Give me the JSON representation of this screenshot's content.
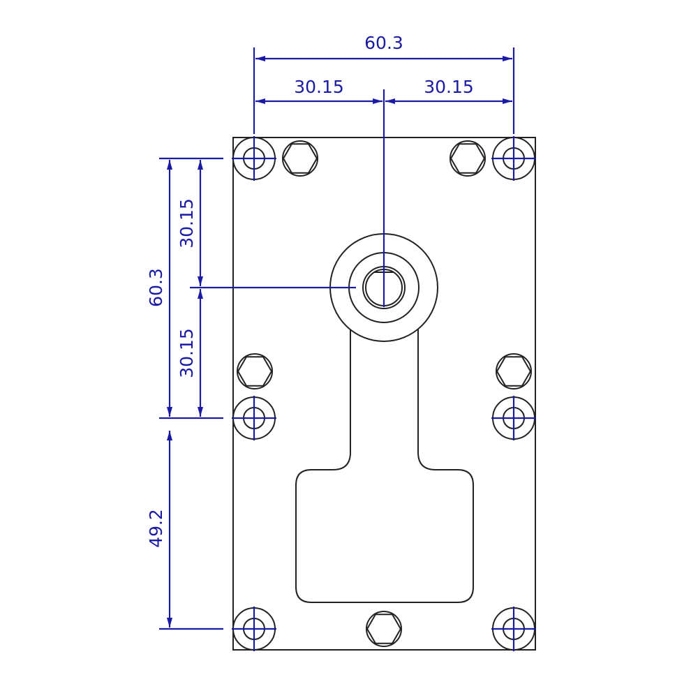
{
  "dimensions": {
    "overall_width": "60.3",
    "half_width_left": "30.15",
    "half_width_right": "30.15",
    "overall_height": "60.3",
    "half_height_top": "30.15",
    "half_height_bottom": "30.15",
    "lower_spacing": "49.2"
  },
  "colors": {
    "dimension": "#1a1aa6",
    "outline": "#222222"
  }
}
